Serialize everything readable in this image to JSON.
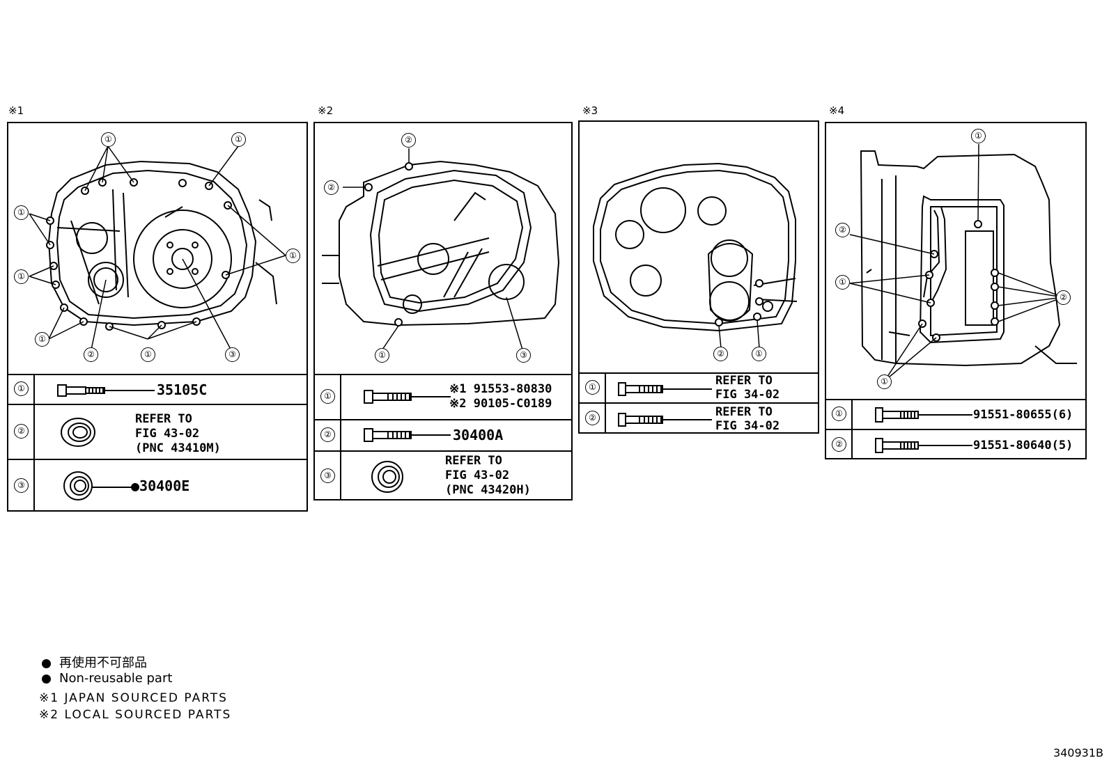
{
  "panels": [
    {
      "label": "※1",
      "parts": [
        {
          "num": "①",
          "text": "35105C"
        },
        {
          "num": "②",
          "text_lines": [
            "REFER TO",
            "FIG 43-02",
            "(PNC 43410M)"
          ]
        },
        {
          "num": "③",
          "text": "●30400E"
        }
      ]
    },
    {
      "label": "※2",
      "parts": [
        {
          "num": "①",
          "text_lines": [
            "※1 91553-80830",
            "※2 90105-C0189"
          ]
        },
        {
          "num": "②",
          "text": "30400A"
        },
        {
          "num": "③",
          "text_lines": [
            "REFER TO",
            "FIG 43-02",
            "(PNC 43420H)"
          ]
        }
      ]
    },
    {
      "label": "※3",
      "parts": [
        {
          "num": "①",
          "text_lines": [
            "REFER TO",
            "FIG 34-02"
          ]
        },
        {
          "num": "②",
          "text_lines": [
            "REFER TO",
            "FIG 34-02"
          ]
        }
      ]
    },
    {
      "label": "※4",
      "parts": [
        {
          "num": "①",
          "text": "91551-80655(6)"
        },
        {
          "num": "②",
          "text": "91551-80640(5)"
        }
      ]
    }
  ],
  "callouts": {
    "one": "①",
    "two": "②",
    "three": "③"
  },
  "legend": {
    "japanese": "再使用不可部品",
    "english": "Non-reusable part",
    "note1": "※1 JAPAN SOURCED PARTS",
    "note2": "※2 LOCAL SOURCED PARTS"
  },
  "figure_number": "340931B"
}
